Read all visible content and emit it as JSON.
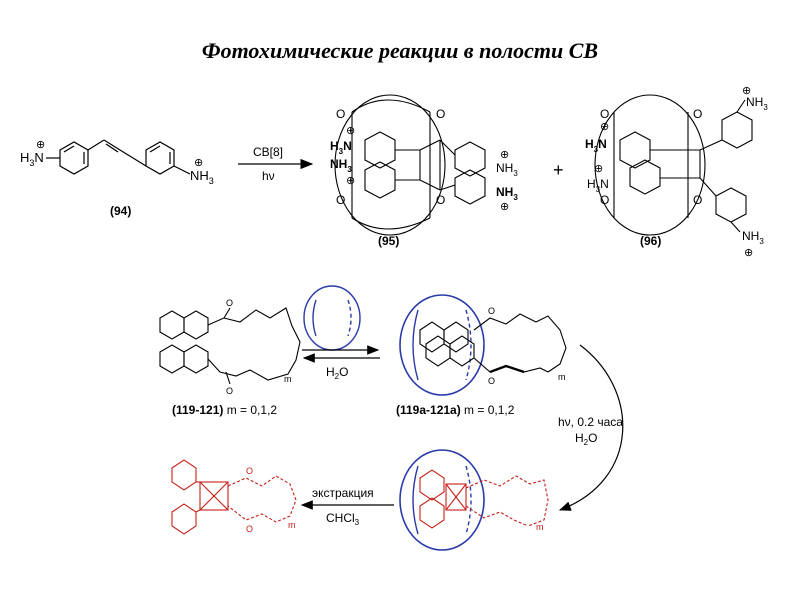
{
  "title": "Фотохимические реакции в полости CB",
  "top_reaction": {
    "reactant_label": "(94)",
    "arrow_top": "CB[8]",
    "arrow_bottom": "hν",
    "product1_label": "(95)",
    "product2_label": "(96)",
    "plus": "+",
    "nh3": "NH",
    "h3n": "H",
    "three": "3",
    "n": "N",
    "plus_charge": "⊕",
    "carbonyl": "O"
  },
  "bottom_scheme": {
    "water_label": "H",
    "water_sub": "2",
    "water_o": "O",
    "left_label_bold": "(119-121)",
    "left_label_rest": " m = 0,1,2",
    "right_label_bold": "(119a-121a)",
    "right_label_rest": " m = 0,1,2",
    "curve_label_1": "hν, 0.2 часа",
    "curve_label_2": "H",
    "curve_label_2_sub": "2",
    "curve_label_2_o": "O",
    "extract_label_1": "экстракция",
    "extract_label_2": "CHCl",
    "extract_label_2_sub": "3",
    "m": "m"
  },
  "colors": {
    "ink": "#000000",
    "cb_blue": "#2a3aa8",
    "product_red": "#c8201a"
  }
}
